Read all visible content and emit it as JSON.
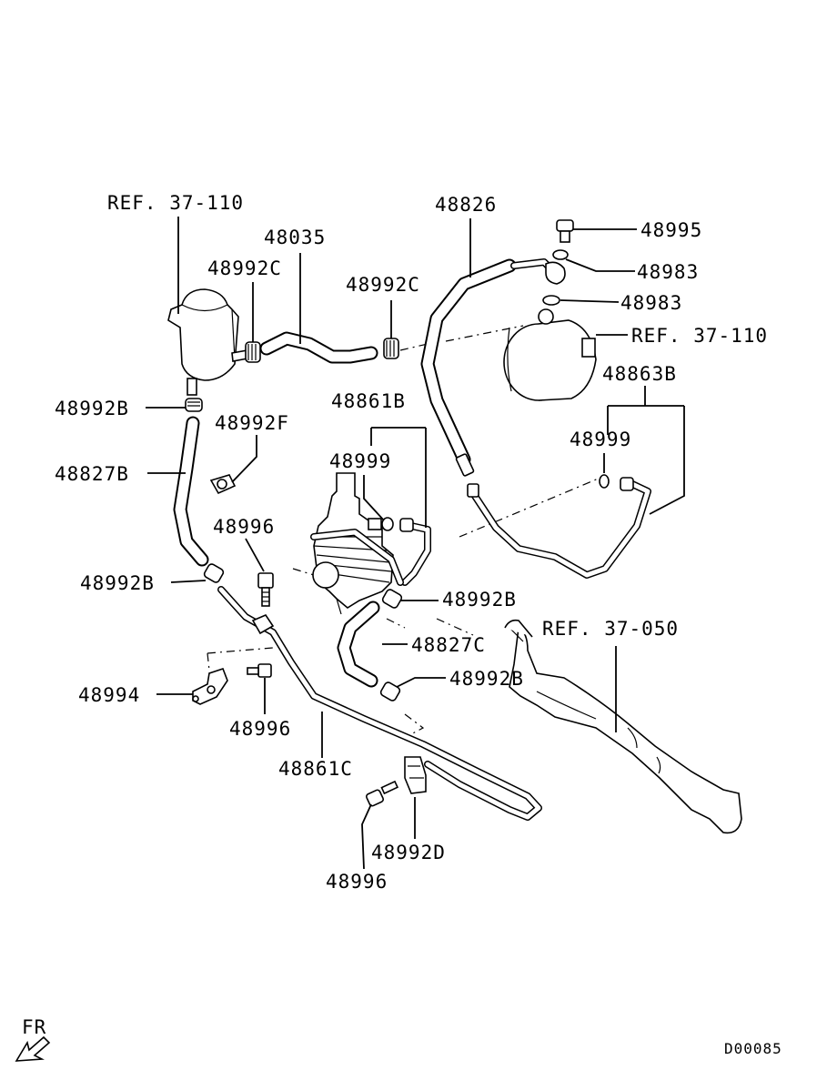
{
  "labels": {
    "ref_37_110_tank": "REF. 37-110",
    "p48035": "48035",
    "p48992c_a": "48992C",
    "p48992c_b": "48992C",
    "p48826": "48826",
    "p48995": "48995",
    "p48983_a": "48983",
    "p48983_b": "48983",
    "ref_37_110_pump": "REF. 37-110",
    "p48863b": "48863B",
    "p48999_a": "48999",
    "p48992b_a": "48992B",
    "p48992f": "48992F",
    "p48827b": "48827B",
    "p48861b": "48861B",
    "p48999_b": "48999",
    "p48996_a": "48996",
    "p48992b_b": "48992B",
    "p48992b_c": "48992B",
    "p48827c": "48827C",
    "ref_37_050": "REF. 37-050",
    "p48992b_d": "48992B",
    "p48994": "48994",
    "p48996_b": "48996",
    "p48861c": "48861C",
    "p48992d": "48992D",
    "p48996_c": "48996",
    "front_marker": "FR",
    "diagram_code": "D00085"
  }
}
